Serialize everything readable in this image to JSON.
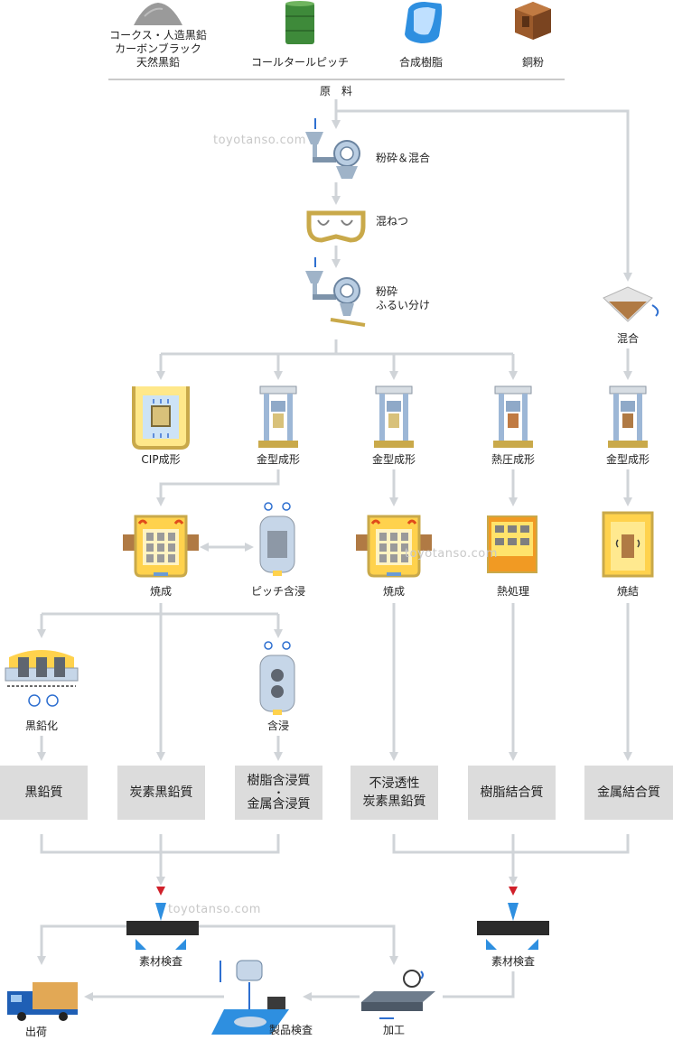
{
  "raw_materials": {
    "coke": [
      "コークス・人造黒鉛",
      "カーボンブラック",
      "天然黒鉛"
    ],
    "pitch": "コールタールピッチ",
    "resin": "合成樹脂",
    "copper": "銅粉"
  },
  "header_label": "原　料",
  "steps": {
    "crush_mix": "粉砕＆混合",
    "knead": "混ねつ",
    "crush_sieve": [
      "粉砕",
      "ふるい分け"
    ],
    "mix_right": "混合",
    "cip": "CIP成形",
    "mold1": "金型成形",
    "mold2": "金型成形",
    "hotpress": "熱圧成形",
    "mold3": "金型成形",
    "bake1": "焼成",
    "pitch_imp": "ピッチ含浸",
    "bake2": "焼成",
    "heat_treat": "熱処理",
    "sinter": "焼結",
    "graphitize": "黒鉛化",
    "impregnate": "含浸"
  },
  "products": {
    "graphite": "黒鉛質",
    "carbon_graphite": "炭素黒鉛質",
    "resin_metal_imp": [
      "樹脂含浸質",
      "・",
      "金属含浸質"
    ],
    "impermeable": [
      "不浸透性",
      "炭素黒鉛質"
    ],
    "resin_bonded": "樹脂結合質",
    "metal_bonded": "金属結合質"
  },
  "final": {
    "inspect1": "素材検査",
    "inspect2": "素材検査",
    "ship": "出荷",
    "product_inspect": "製品検査",
    "machining": "加工"
  },
  "watermark": "toyotanso.com",
  "colors": {
    "arrow": "#d0d4d8",
    "gold": "#c9a94a",
    "blue": "#5b8fd6",
    "box": "#dcdcdc",
    "orange": "#f19a23"
  }
}
